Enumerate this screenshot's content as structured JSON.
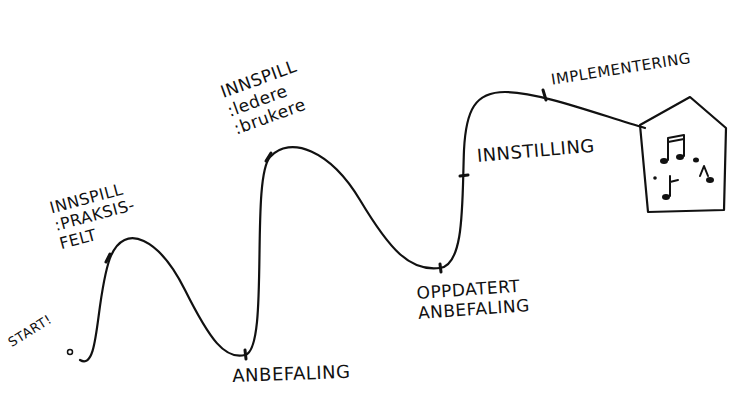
{
  "diagram": {
    "labels": [
      "START!",
      "INNSPILL :PRAKSIS- FELT",
      "ANBEFALING",
      "INNSPILL :ledere :brukere",
      "OPPDATERT ANBEFALING",
      "INNSTILLING",
      "IMPLEMENTERING"
    ]
  }
}
